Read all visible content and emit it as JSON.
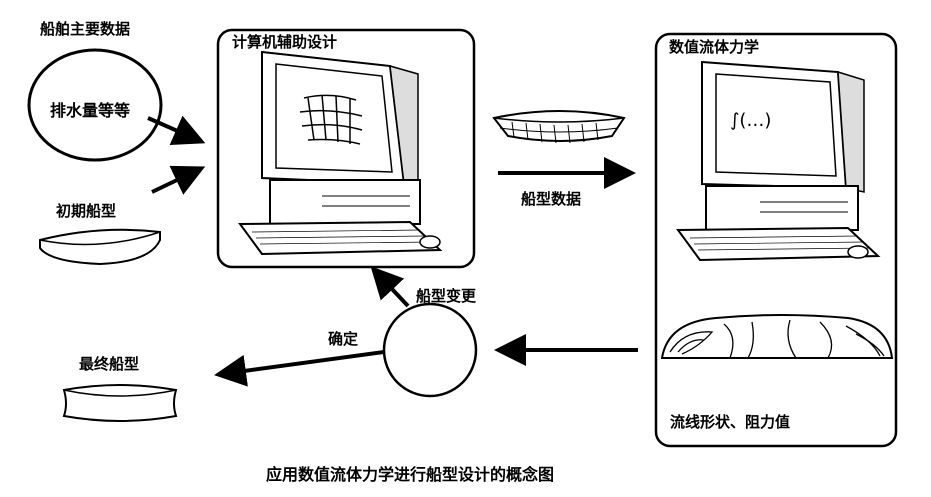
{
  "title_left": "船舶主要数据",
  "displacement_label": "排水量等等",
  "initial_hull_label": "初期船型",
  "cad_panel_title": "计算机辅助设计",
  "cfd_panel_title": "数值流体力学",
  "hull_data_label": "船型数据",
  "hull_change_label": "船型变更",
  "confirm_label": "确定",
  "question_mark": "?",
  "final_hull_label": "最终船型",
  "streamline_label": "流线形状、阻力值",
  "caption": "应用数值流体力学进行船型设计的概念图",
  "screen_formula": "∫(…)"
}
